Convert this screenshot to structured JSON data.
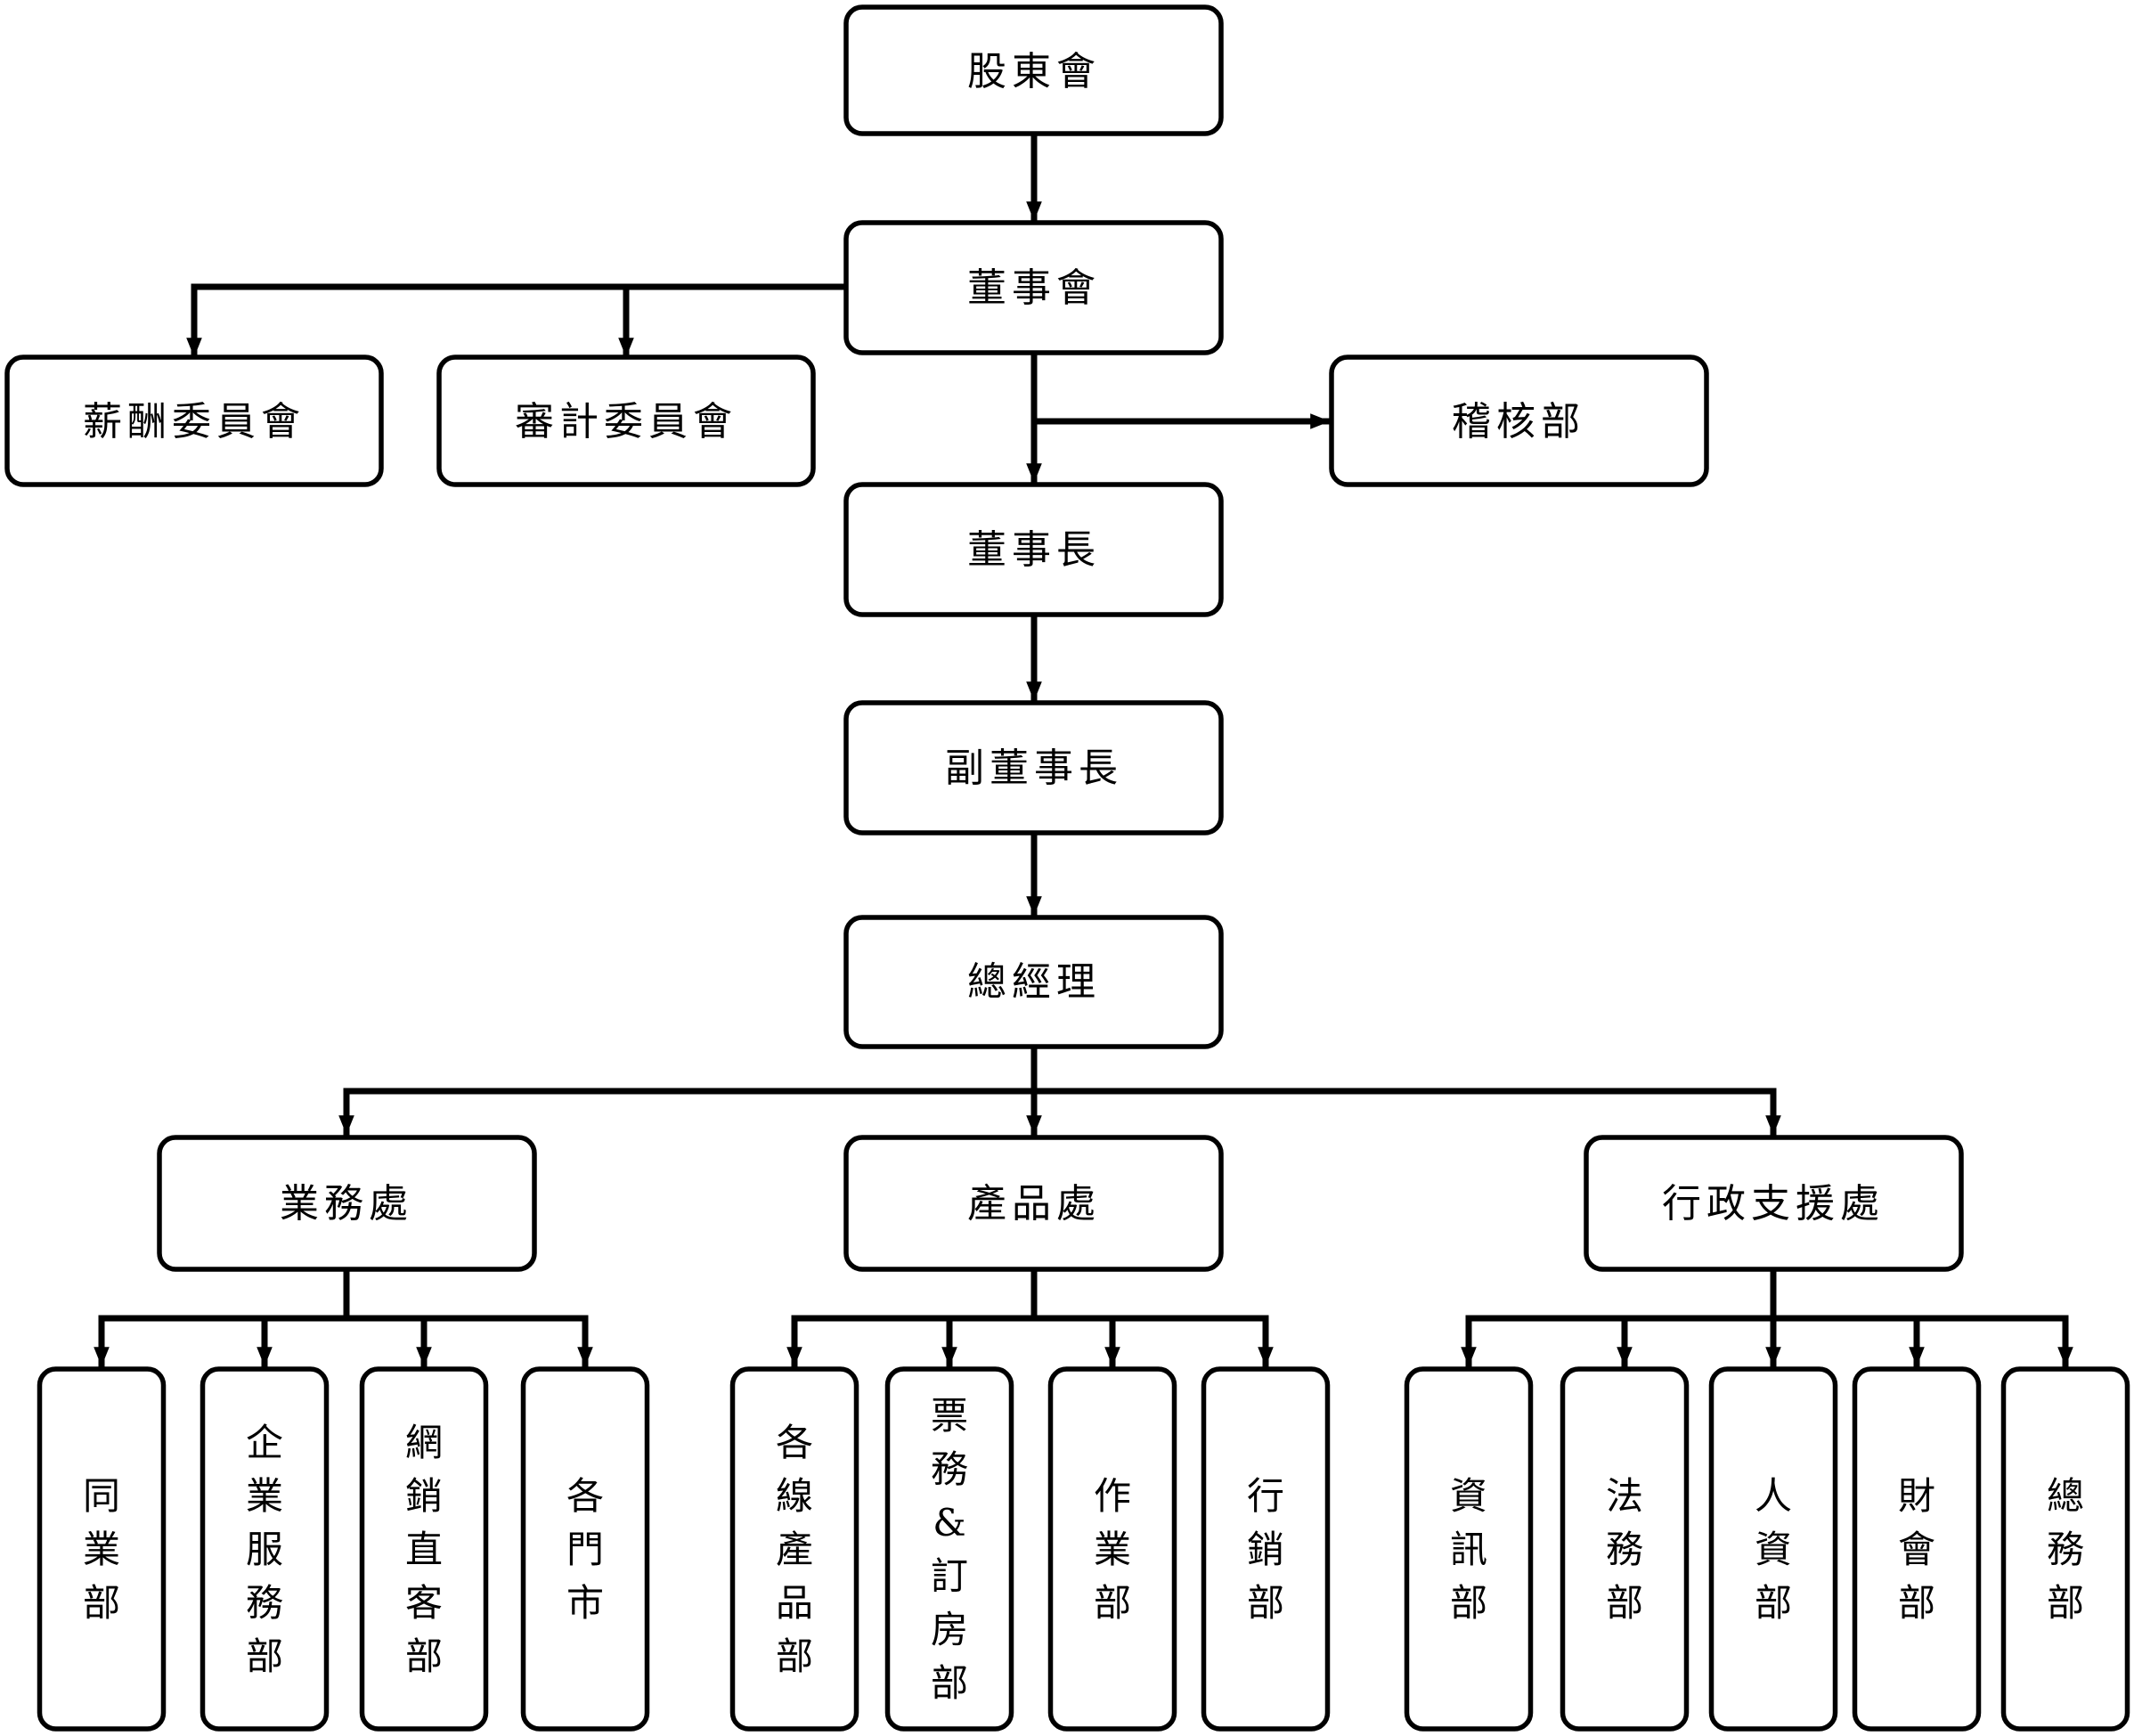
{
  "org_chart": {
    "shareholders": "股東會",
    "board": "董事會",
    "compensation_committee": "薪酬委員會",
    "audit_committee": "審計委員會",
    "audit_dept": "稽核部",
    "chairman": "董事長",
    "vice_chairman": "副董事長",
    "general_manager": "總經理",
    "divisions": [
      {
        "name": "業務處",
        "departments": [
          "同業部",
          "企業服務部",
          "網銷直客部",
          "各門市"
        ]
      },
      {
        "name": "產品處",
        "departments": [
          "各線產品部",
          "票務&訂房部",
          "作業部",
          "行銷部"
        ]
      },
      {
        "name": "行政支援處",
        "departments": [
          "資訊部",
          "法務部",
          "人資部",
          "財會部",
          "總務部"
        ]
      }
    ]
  }
}
